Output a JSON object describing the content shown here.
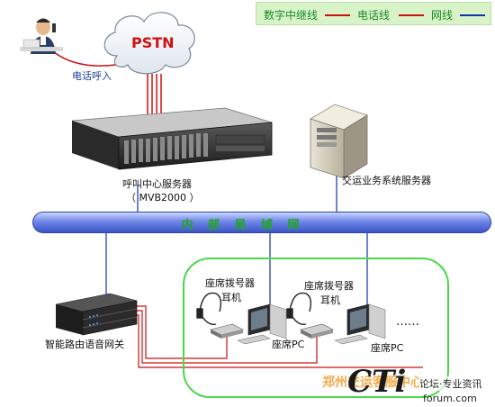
{
  "legend": {
    "digital_trunk": "数字中继线",
    "phone_line": "电话线",
    "network_line": "网线",
    "colors": {
      "digital_trunk": "#cc1111",
      "phone_line": "#cc1111",
      "network_line": "#1133aa"
    }
  },
  "nodes": {
    "pstn": "PSTN",
    "incoming_call": "电话呼入",
    "call_center_server": "呼叫中心服务器",
    "call_center_model": "（ MVB2000 ）",
    "business_server": "交运业务系统服务器",
    "network_bus": "内 部 局 域 网",
    "gateway": "智能路由语音网关",
    "seat_dialer_1": "座席拨号器",
    "headset_1": "耳机",
    "seat_pc_1": "座席PC",
    "seat_dialer_2": "座席拨号器",
    "headset_2": "耳机",
    "seat_pc_2": "座席PC",
    "more": "……"
  },
  "watermark": {
    "brand": "郑州交运客服中心",
    "logo": "CTi",
    "tagline": "论坛·专业资讯",
    "url": "forum.com"
  }
}
